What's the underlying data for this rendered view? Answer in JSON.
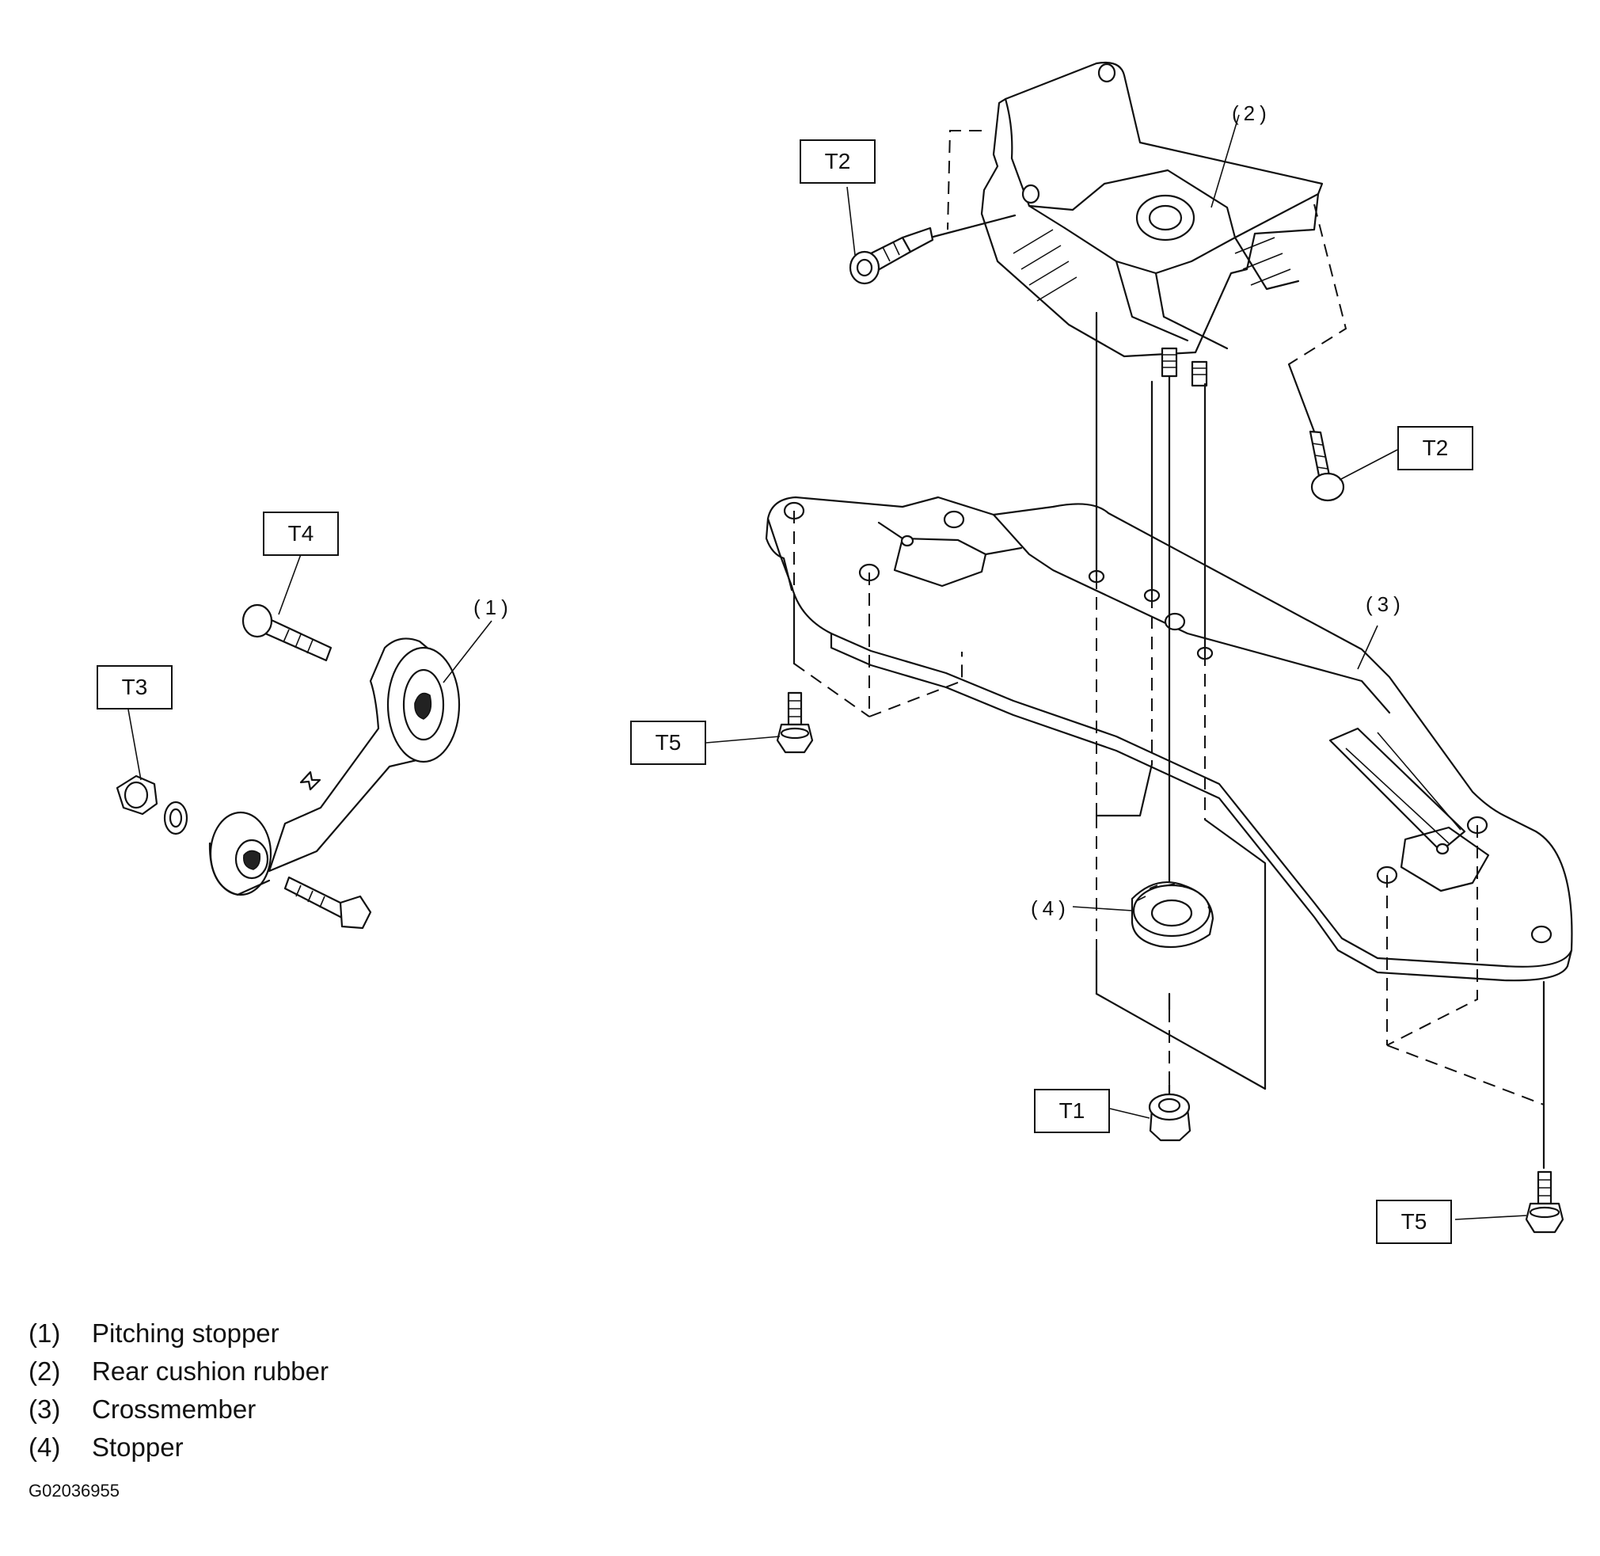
{
  "torque_labels": {
    "t2_top": "T2",
    "t2_right": "T2",
    "t4": "T4",
    "t3": "T3",
    "t5_left": "T5",
    "t5_right": "T5",
    "t1": "T1"
  },
  "callouts": {
    "c1": "(1)",
    "c2": "(2)",
    "c3": "(3)",
    "c4": "(4)"
  },
  "legend": [
    {
      "num": "(1)",
      "label": "Pitching stopper"
    },
    {
      "num": "(2)",
      "label": "Rear cushion rubber"
    },
    {
      "num": "(3)",
      "label": "Crossmember"
    },
    {
      "num": "(4)",
      "label": "Stopper"
    }
  ],
  "figure_id": "G02036955"
}
